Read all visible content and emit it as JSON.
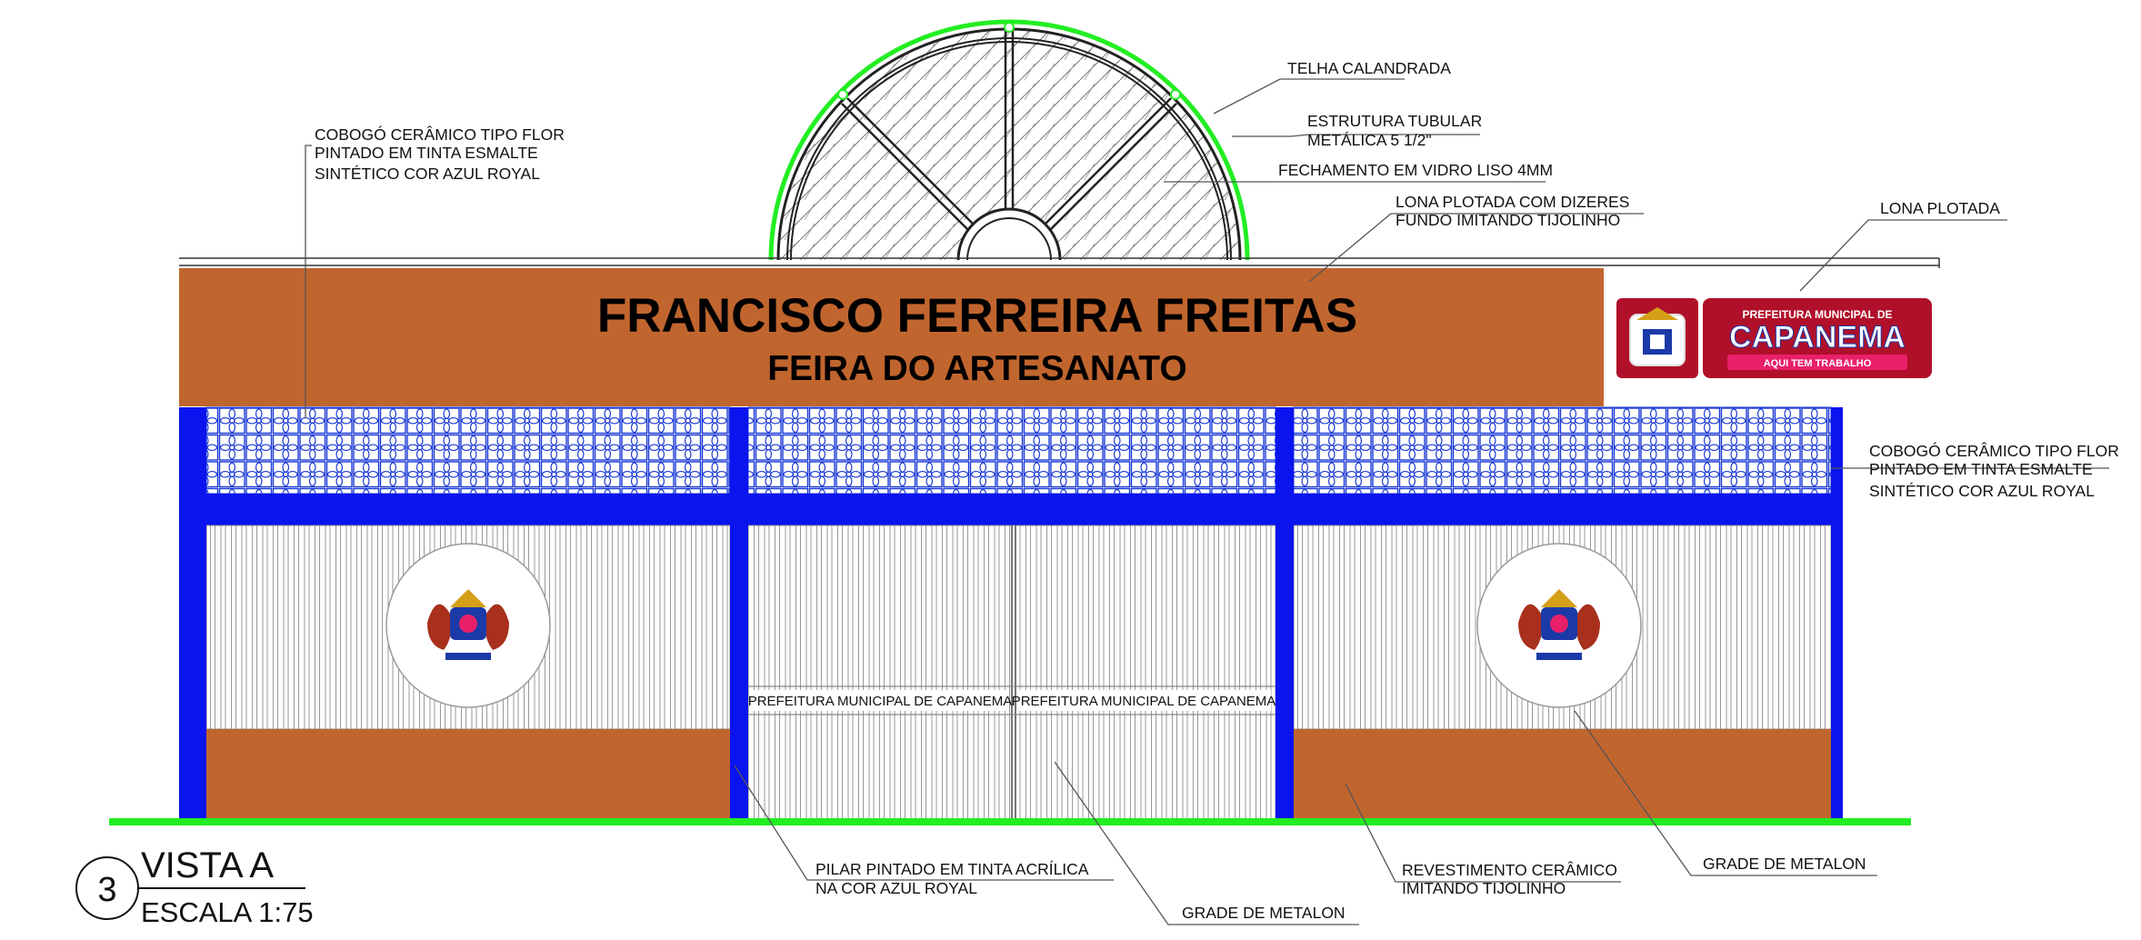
{
  "facade": {
    "main_title": "FRANCISCO FERREIRA FREITAS",
    "subtitle": "FEIRA DO ARTESANATO",
    "gate_labels": [
      "PREFEITURA MUNICIPAL DE CAPANEMA",
      "PREFEITURA MUNICIPAL DE CAPANEMA"
    ],
    "logo": {
      "line1": "PREFEITURA MUNICIPAL DE",
      "line2": "CAPANEMA",
      "line3": "AQUI TEM TRABALHO"
    }
  },
  "annotations": {
    "telha": "TELHA CALANDRADA",
    "estrutura": [
      "ESTRUTURA TUBULAR",
      "METÁLICA 5 1/2\""
    ],
    "fechamento": "FECHAMENTO EM VIDRO LISO 4MM",
    "lona_dizeres": [
      "LONA PLOTADA COM DIZERES",
      "FUNDO IMITANDO TIJOLINHO"
    ],
    "lona": "LONA PLOTADA",
    "cobogo_left": [
      "COBOGÓ CERÂMICO TIPO FLOR",
      "PINTADO EM TINTA ESMALTE",
      "SINTÉTICO COR AZUL ROYAL"
    ],
    "cobogo_right": [
      "COBOGÓ CERÂMICO TIPO FLOR",
      "PINTADO EM TINTA ESMALTE",
      "SINTÉTICO COR AZUL ROYAL"
    ],
    "pilar": [
      "PILAR PINTADO EM TINTA ACRÍLICA",
      "NA COR AZUL ROYAL"
    ],
    "grade_center": "GRADE DE METALON",
    "revestimento": [
      "REVESTIMENTO CERÂMICO",
      "IMITANDO TIJOLINHO"
    ],
    "grade_right": "GRADE DE METALON"
  },
  "view": {
    "number": "3",
    "title": "VISTA A",
    "scale": "ESCALA 1:75"
  },
  "colors": {
    "brick": "#c1652e",
    "royal_blue": "#0a14ee",
    "ground": "#22ee22",
    "logo_red": "#b0102a",
    "logo_pink": "#e8206a"
  }
}
